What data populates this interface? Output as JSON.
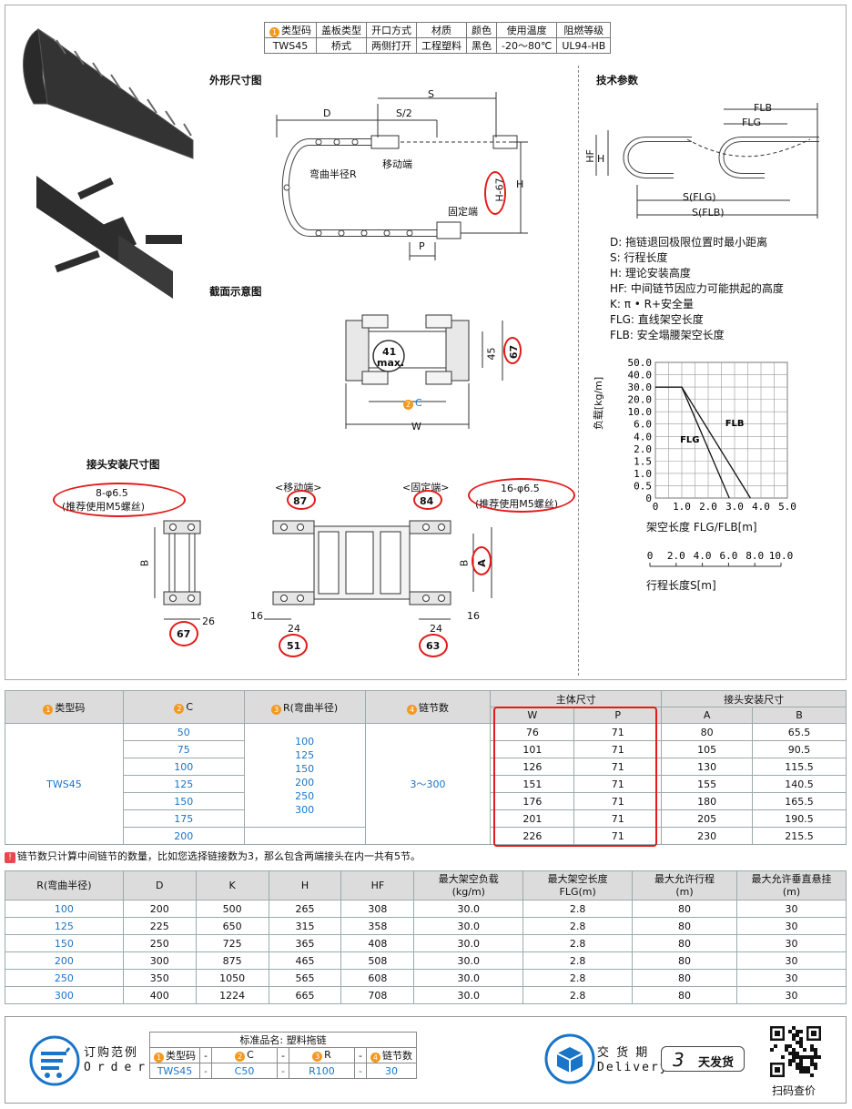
{
  "spec_table": {
    "headers": [
      "类型码",
      "盖板类型",
      "开口方式",
      "材质",
      "颜色",
      "使用温度",
      "阻燃等级"
    ],
    "values": [
      "TWS45",
      "桥式",
      "两侧打开",
      "工程塑料",
      "黑色",
      "-20～80℃",
      "UL94-HB"
    ],
    "marker": "1"
  },
  "sections": {
    "outline": "外形尺寸图",
    "tech": "技术参数",
    "section_view": "截面示意图",
    "mount": "接头安装尺寸图"
  },
  "outline_labels": {
    "s": "S",
    "d": "D",
    "s_half": "S/2",
    "bend": "弯曲半径R",
    "moving": "移动端",
    "fixed": "固定端",
    "h67": "H-67",
    "h": "H",
    "p": "P"
  },
  "tech_labels": {
    "flb": "FLB",
    "flg": "FLG",
    "h": "H",
    "hf": "HF",
    "sflg": "S(FLG)",
    "sflb": "S(FLB)"
  },
  "definitions": [
    "D: 拖链退回极限位置时最小距离",
    "S: 行程长度",
    "H: 理论安装高度",
    "HF: 中间链节因应力可能拱起的高度",
    "K: π • R+安全量",
    "FLG: 直线架空长度",
    "FLB: 安全塌腰架空长度"
  ],
  "section_labels": {
    "max41": "41",
    "max": "max.",
    "h45": "45",
    "h67": "67",
    "c": "C",
    "c_mark": "2",
    "w": "W"
  },
  "mount_labels": {
    "holes_left": "8-φ6.5",
    "holes_left_note": "(推荐使用M5螺丝)",
    "moving_end": "<移动端>",
    "fixed_end": "<固定端>",
    "moving_val": "87",
    "fixed_val": "84",
    "holes_right": "16-φ6.5",
    "holes_right_note": "(推荐使用M5螺丝)",
    "b": "B",
    "a": "A",
    "w67": "67",
    "d26": "26",
    "d16a": "16",
    "d24a": "24",
    "d51": "51",
    "d24b": "24",
    "d16b": "16",
    "d63": "63"
  },
  "chart_data": [
    {
      "type": "line",
      "ylabel": "负载[kg/m]",
      "xlabel": "架空长度 FLG/FLB[m]",
      "x_ticks": [
        "0",
        "1.0",
        "2.0",
        "3.0",
        "4.0",
        "5.0"
      ],
      "y_ticks": [
        "0",
        "0.5",
        "1.0",
        "1.5",
        "2.0",
        "4.0",
        "6.0",
        "10.0",
        "20.0",
        "30.0",
        "40.0",
        "50.0"
      ],
      "series": [
        {
          "name": "FLG",
          "x": [
            0,
            1.0,
            2.8
          ],
          "y": [
            30.0,
            30.0,
            0
          ]
        },
        {
          "name": "FLB",
          "x": [
            0,
            1.0,
            3.6
          ],
          "y": [
            30.0,
            30.0,
            0
          ]
        }
      ],
      "xlim": [
        0,
        5.0
      ]
    },
    {
      "type": "table",
      "xlabel": "行程长度S[m]",
      "x_ticks": [
        "0",
        "2.0",
        "4.0",
        "6.0",
        "8.0",
        "10.0"
      ],
      "xlim": [
        0,
        10.0
      ]
    }
  ],
  "main_table": {
    "h_type": "类型码",
    "h_c": "C",
    "h_r": "R(弯曲半径)",
    "h_links": "链节数",
    "h_body": "主体尺寸",
    "h_mount": "接头安装尺寸",
    "h_w": "W",
    "h_p": "P",
    "h_a": "A",
    "h_b": "B",
    "type": "TWS45",
    "r_values": [
      "100",
      "125",
      "150",
      "200",
      "250",
      "300"
    ],
    "links": "3～300",
    "rows": [
      {
        "c": "50",
        "w": "76",
        "p": "71",
        "a": "80",
        "b": "65.5"
      },
      {
        "c": "75",
        "w": "101",
        "p": "71",
        "a": "105",
        "b": "90.5"
      },
      {
        "c": "100",
        "w": "126",
        "p": "71",
        "a": "130",
        "b": "115.5"
      },
      {
        "c": "125",
        "w": "151",
        "p": "71",
        "a": "155",
        "b": "140.5"
      },
      {
        "c": "150",
        "w": "176",
        "p": "71",
        "a": "180",
        "b": "165.5"
      },
      {
        "c": "175",
        "w": "201",
        "p": "71",
        "a": "205",
        "b": "190.5"
      },
      {
        "c": "200",
        "w": "226",
        "p": "71",
        "a": "230",
        "b": "215.5"
      }
    ]
  },
  "note": "链节数只计算中间链节的数量，比如您选择链接数为3，那么包含两端接头在内一共有5节。",
  "radius_table": {
    "headers": [
      "R(弯曲半径)",
      "D",
      "K",
      "H",
      "HF",
      "最大架空负载",
      "最大架空长度",
      "最大允许行程",
      "最大允许垂直悬挂"
    ],
    "subs": [
      "",
      "",
      "",
      "",
      "",
      "(kg/m)",
      "FLG(m)",
      "(m)",
      "(m)"
    ],
    "rows": [
      [
        "100",
        "200",
        "500",
        "265",
        "308",
        "30.0",
        "2.8",
        "80",
        "30"
      ],
      [
        "125",
        "225",
        "650",
        "315",
        "358",
        "30.0",
        "2.8",
        "80",
        "30"
      ],
      [
        "150",
        "250",
        "725",
        "365",
        "408",
        "30.0",
        "2.8",
        "80",
        "30"
      ],
      [
        "200",
        "300",
        "875",
        "465",
        "508",
        "30.0",
        "2.8",
        "80",
        "30"
      ],
      [
        "250",
        "350",
        "1050",
        "565",
        "608",
        "30.0",
        "2.8",
        "80",
        "30"
      ],
      [
        "300",
        "400",
        "1224",
        "665",
        "708",
        "30.0",
        "2.8",
        "80",
        "30"
      ]
    ]
  },
  "footer": {
    "order_cn": "订购范例",
    "order_en": "Order",
    "std_name": "标准品名: 塑料拖链",
    "order_headers": [
      "类型码",
      "-",
      "C",
      "-",
      "R",
      "-",
      "链节数"
    ],
    "order_values": [
      "TWS45",
      "-",
      "C50",
      "-",
      "R100",
      "-",
      "30"
    ],
    "delivery_cn": "交 货 期",
    "delivery_en": "Delivery",
    "days": "3",
    "days_text": "天发货",
    "qr_label": "扫码查价"
  },
  "colors": {
    "accent": "#1a74c7",
    "marker": "#f29a1f",
    "highlight": "#e21b1b",
    "header_bg": "#dcdcdc"
  }
}
